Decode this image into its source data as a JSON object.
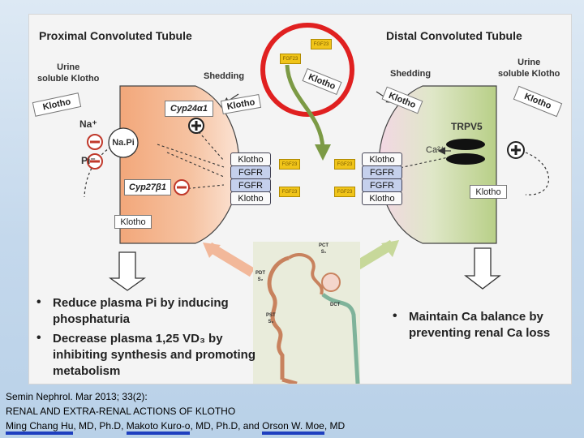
{
  "diagram": {
    "left_title": "Proximal Convoluted Tubule",
    "right_title": "Distal Convoluted Tubule",
    "urine_left": "Urine\nsoluble Klotho",
    "urine_right": "Urine\nsoluble Klotho",
    "shedding_left": "Shedding",
    "shedding_right": "Shedding",
    "klotho": "Klotho",
    "fgfr": "FGFR",
    "fgf23": "FGF23",
    "na_plus": "Na⁺",
    "pi_minus": "Pi⁻",
    "napi": "Na.Pi",
    "cyp24": "Cyp24α1",
    "cyp27": "Cyp27β1",
    "trpv5": "TRPV5",
    "ca": "Ca²⁺",
    "pct_label": "PCT\nS₁",
    "pdt_label": "PDT\nS₂",
    "pst_label": "PST\nS₃",
    "dct_label": "DCT",
    "colors": {
      "proximal_fill": "#f4b892",
      "distal_fill": "#c3d59b",
      "highlight_circle": "#e02020",
      "fgf23": "#f0c419",
      "fgfr": "#c5d0ec"
    }
  },
  "bullets_left": [
    "Reduce plasma Pi by inducing phosphaturia",
    "Decrease plasma 1,25 VD₃ by inhibiting synthesis and promoting metabolism"
  ],
  "bullets_right": [
    "Maintain Ca balance by preventing renal Ca loss"
  ],
  "citation": {
    "line1": "Semin Nephrol. Mar 2013; 33(2):",
    "line2": "RENAL AND EXTRA-RENAL ACTIONS OF KLOTHO",
    "author1": "Ming Chang Hu",
    "sep1": ", MD, Ph.D, ",
    "author2": "Makoto Kuro-o",
    "sep2": ", MD, Ph.D, and ",
    "author3": "Orson W. Moe",
    "end": ", MD"
  }
}
